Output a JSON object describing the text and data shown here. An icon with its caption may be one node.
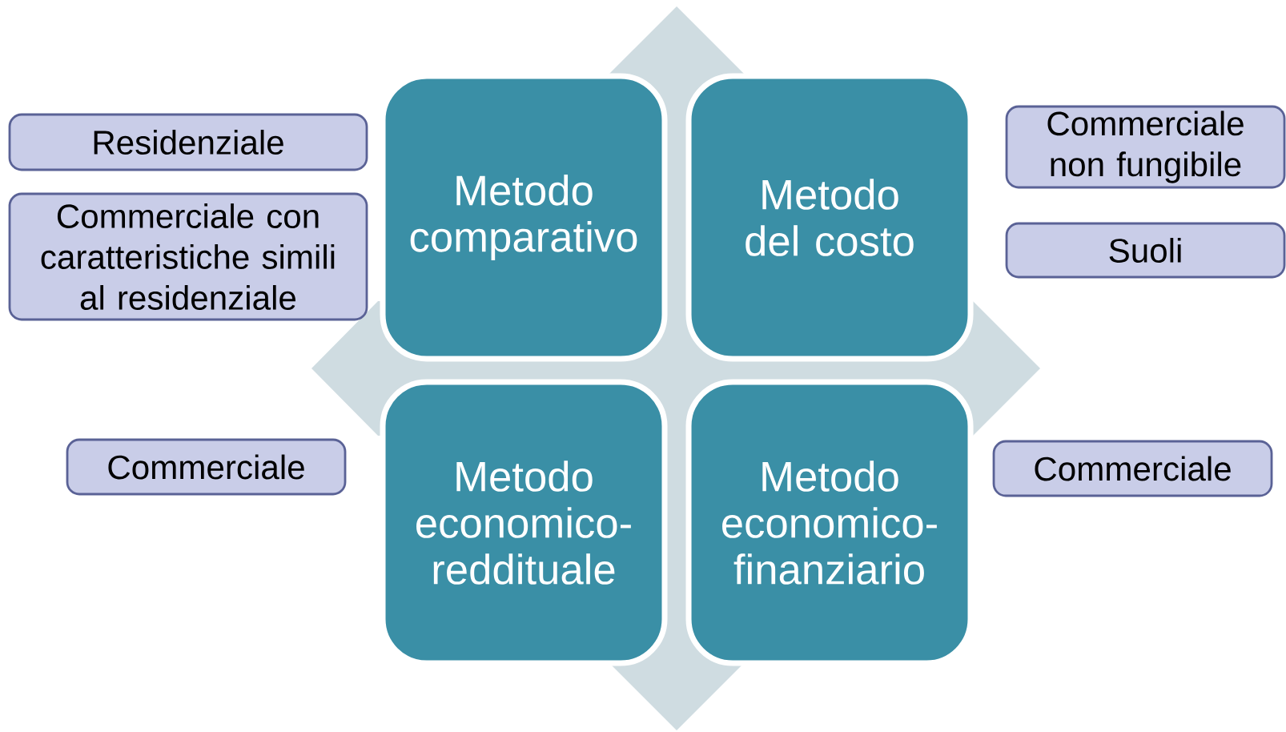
{
  "diagram": {
    "nodes": [
      {
        "text": [
          "Residenziale"
        ]
      },
      {
        "text": [
          "Commerciale con caratteristiche simili al residenziale"
        ]
      },
      {
        "text": [
          "Metodo comparativo"
        ]
      },
      {
        "text": [
          "Metodo del costo"
        ]
      },
      {
        "text": [
          "Commerciale non fungibile"
        ]
      },
      {
        "text": [
          "Suoli"
        ]
      },
      {
        "text": [
          "Commerciale"
        ]
      },
      {
        "text": [
          "Metodo economico-reddituale"
        ]
      },
      {
        "text": [
          "Metodo economico-finanziario"
        ]
      },
      {
        "text": [
          "Commerciale"
        ]
      }
    ]
  }
}
